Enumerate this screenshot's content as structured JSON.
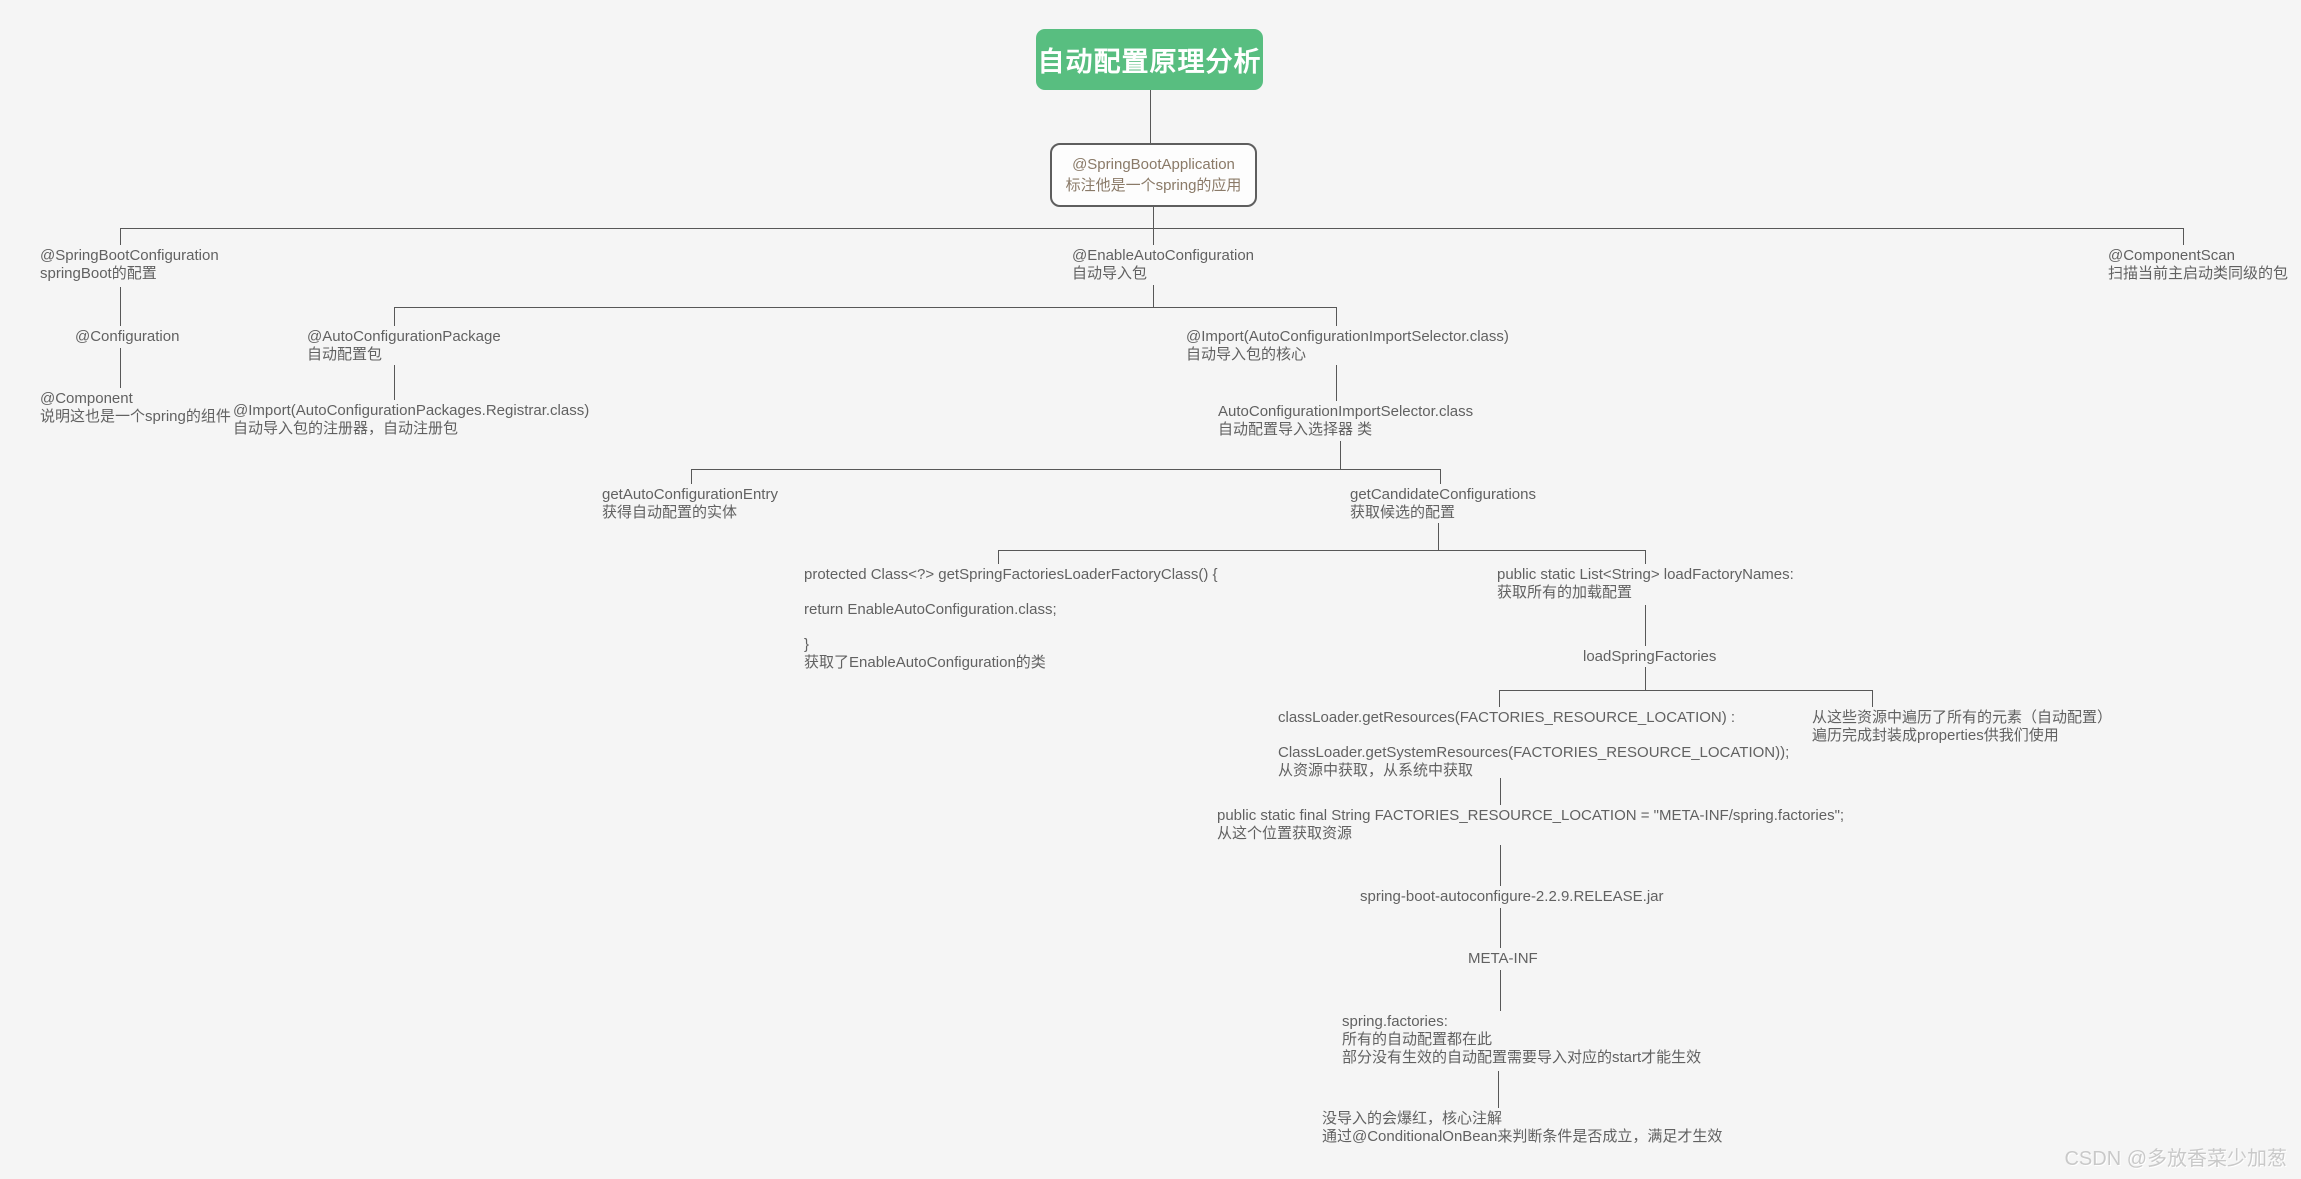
{
  "title": "自动配置原理分析",
  "watermark": "CSDN @多放香菜少加葱",
  "colors": {
    "background": "#f5f5f5",
    "root_green": "#58be80",
    "root_text": "#ffffff",
    "node_border": "#5e5e5e",
    "node_text_brown": "#8a7a68",
    "text_gray": "#616161",
    "line_gray": "#575757",
    "watermark_gray": "#c9c9c9"
  },
  "nodes": {
    "spring_boot_application": {
      "line1": "@SpringBootApplication",
      "line2": "标注他是一个spring的应用"
    },
    "spring_boot_configuration": {
      "line1": "@SpringBootConfiguration",
      "line2": "springBoot的配置"
    },
    "configuration": {
      "line1": "@Configuration"
    },
    "component": {
      "line1": "@Component",
      "line2": "说明这也是一个spring的组件"
    },
    "auto_configuration_package": {
      "line1": "@AutoConfigurationPackage",
      "line2": "自动配置包"
    },
    "import_registrar": {
      "line1": "@Import(AutoConfigurationPackages.Registrar.class)",
      "line2": "自动导入包的注册器，自动注册包"
    },
    "enable_auto_configuration": {
      "line1": "@EnableAutoConfiguration",
      "line2": "自动导入包"
    },
    "component_scan": {
      "line1": "@ComponentScan",
      "line2": "扫描当前主启动类同级的包"
    },
    "import_selector": {
      "line1": "@Import(AutoConfigurationImportSelector.class)",
      "line2": "自动导入包的核心"
    },
    "selector_class": {
      "line1": "AutoConfigurationImportSelector.class",
      "line2": "自动配置导入选择器 类"
    },
    "get_auto_configuration_entry": {
      "line1": "getAutoConfigurationEntry",
      "line2": "获得自动配置的实体"
    },
    "get_candidate_configurations": {
      "line1": "getCandidateConfigurations",
      "line2": "获取候选的配置"
    },
    "get_spring_factories_loader_factory_class": {
      "lines": [
        "protected Class<?> getSpringFactoriesLoaderFactoryClass() {",
        "",
        "return EnableAutoConfiguration.class;",
        "",
        "}",
        "获取了EnableAutoConfiguration的类"
      ]
    },
    "load_factory_names": {
      "line1": "public static List<String> loadFactoryNames:",
      "line2": "获取所有的加载配置"
    },
    "load_spring_factories": {
      "line1": "loadSpringFactories"
    },
    "class_loader_get_resources": {
      "lines": [
        "classLoader.getResources(FACTORIES_RESOURCE_LOCATION) :",
        "",
        "ClassLoader.getSystemResources(FACTORIES_RESOURCE_LOCATION));",
        "从资源中获取，从系统中获取"
      ]
    },
    "iterate_resources": {
      "line1": "从这些资源中遍历了所有的元素（自动配置）",
      "line2": "遍历完成封装成properties供我们使用"
    },
    "factories_resource_location": {
      "line1": "public static final String FACTORIES_RESOURCE_LOCATION = \"META-INF/spring.factories\";",
      "line2": "从这个位置获取资源"
    },
    "autoconfigure_jar": {
      "line1": "spring-boot-autoconfigure-2.2.9.RELEASE.jar"
    },
    "meta_inf": {
      "line1": "META-INF"
    },
    "spring_factories_file": {
      "lines": [
        "spring.factories:",
        "所有的自动配置都在此",
        "部分没有生效的自动配置需要导入对应的start才能生效"
      ]
    },
    "conditional_note": {
      "lines": [
        "没导入的会爆红，核心注解",
        "通过@ConditionalOnBean来判断条件是否成立，满足才生效"
      ]
    }
  }
}
